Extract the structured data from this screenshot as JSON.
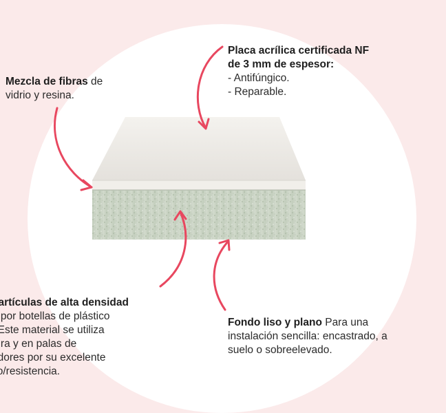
{
  "labels": {
    "fibras": {
      "bold": "Mezcla de fibras",
      "lines": [
        " de",
        "vidrio y resina."
      ]
    },
    "placa": {
      "bold_lines": [
        "Placa acrílica certificada NF",
        "de 3 mm de espesor:"
      ],
      "lines": [
        "- Antifúngico.",
        "- Reparable."
      ]
    },
    "particulas": {
      "bold": "partículas de alta densidad",
      "lines": [
        "o por botellas de plástico",
        ". Este material se utiliza",
        "tura y en palas de",
        "adores por su excelente",
        "so/resistencia."
      ]
    },
    "fondo": {
      "bold": "Fondo liso y plano",
      "lines": [
        " Para una",
        "instalación sencilla: encastrado, a",
        "suelo o sobreelevado."
      ]
    }
  },
  "colors": {
    "background": "#fbeaea",
    "circle": "#ffffff",
    "arrow": "#e8475f",
    "panel_top": "#eeece7",
    "panel_core": "#c9d3c3"
  }
}
